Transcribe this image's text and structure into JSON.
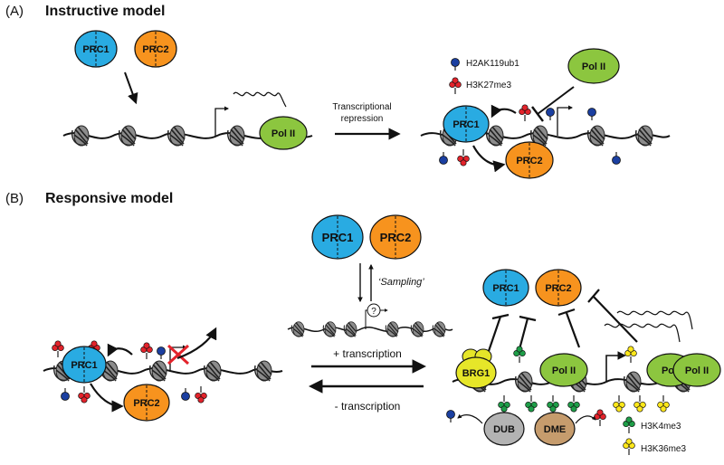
{
  "panel_a": {
    "letter": "(A)",
    "title": "Instructive model",
    "prc1": "PRC1",
    "prc2": "PRC2",
    "pol2": "Pol II",
    "pol2_result": "Pol II",
    "arrow_label_line1": "Transcriptional",
    "arrow_label_line2": "repression",
    "prc1_result": "PRC1",
    "prc2_result": "PRC2",
    "legend_ub": "H2AK119ub1",
    "legend_me3": "H3K27me3"
  },
  "panel_b": {
    "letter": "(B)",
    "title": "Responsive model",
    "prc1_top": "PRC1",
    "prc2_top": "PRC2",
    "sampling": "‘Sampling’",
    "question": "?",
    "plus_transcription": "+ transcription",
    "minus_transcription": "- transcription",
    "left_prc1": "PRC1",
    "left_prc2": "PRC2",
    "right_prc1": "PRC1",
    "right_prc2": "PRC2",
    "brg1": "BRG1",
    "pol2_a": "Pol II",
    "pol2_b": "Po",
    "pol2_c": "Pol II",
    "dub": "DUB",
    "dme": "DME",
    "legend_h3k4": "H3K4me3",
    "legend_h3k36": "H3K36me3"
  },
  "colors": {
    "prc1": "#29abe2",
    "prc2": "#f7931e",
    "pol2": "#8cc63f",
    "brg1": "#e6e629",
    "dub": "#b3b3b3",
    "dme": "#c69c6d",
    "ub": "#1b3fa0",
    "k27": "#e3232b",
    "k4": "#1e9e48",
    "k36": "#ffe81a"
  }
}
